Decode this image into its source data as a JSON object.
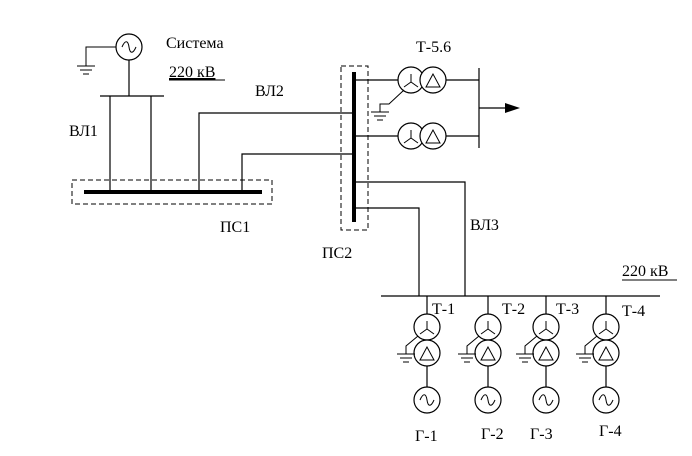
{
  "labels": {
    "system": "Система",
    "voltage_top": "220 кВ",
    "vl1": "ВЛ1",
    "vl2": "ВЛ2",
    "vl3": "ВЛ3",
    "ps1": "ПС1",
    "ps2": "ПС2",
    "t56": "Т-5.6",
    "voltage_bottom": "220 кВ",
    "t1": "Т-1",
    "t2": "Т-2",
    "t3": "Т-3",
    "t4": "Т-4",
    "g1": "Г-1",
    "g2": "Г-2",
    "g3": "Г-3",
    "g4": "Г-4"
  }
}
